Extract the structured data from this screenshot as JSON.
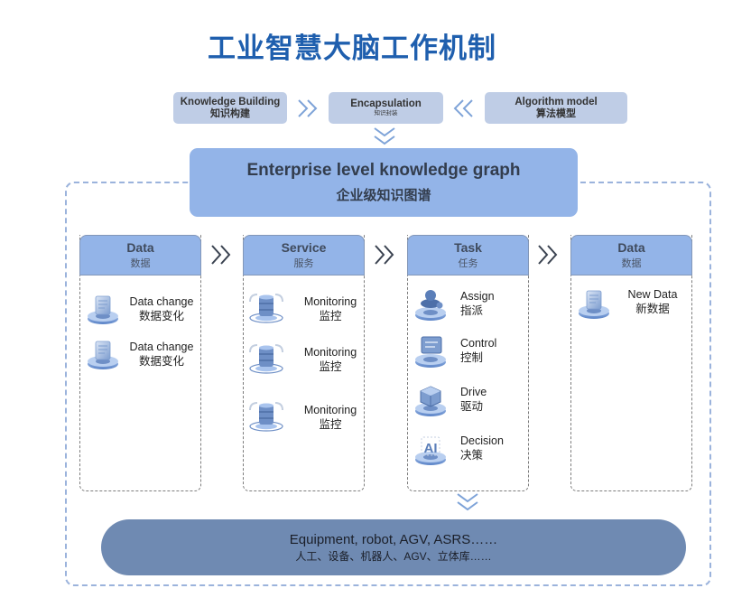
{
  "title": "工业智慧大脑工作机制",
  "top_row": {
    "knowledge_building": {
      "en": "Knowledge Building",
      "zh": "知识构建"
    },
    "encapsulation": {
      "en": "Encapsulation",
      "zh": "知识封装"
    },
    "algorithm_model": {
      "en": "Algorithm model",
      "zh": "算法模型"
    }
  },
  "knowledge_graph": {
    "en": "Enterprise level knowledge graph",
    "zh": "企业级知识图谱"
  },
  "columns": [
    {
      "header": {
        "en": "Data",
        "zh": "数据"
      },
      "items": [
        {
          "en": "Data change",
          "zh": "数据变化",
          "icon": "document-platform-icon"
        },
        {
          "en": "Data change",
          "zh": "数据变化",
          "icon": "document-platform-icon"
        }
      ]
    },
    {
      "header": {
        "en": "Service",
        "zh": "服务"
      },
      "items": [
        {
          "en": "Monitoring",
          "zh": "监控",
          "icon": "database-monitor-icon"
        },
        {
          "en": "Monitoring",
          "zh": "监控",
          "icon": "database-monitor-icon"
        },
        {
          "en": "Monitoring",
          "zh": "监控",
          "icon": "database-monitor-icon"
        }
      ]
    },
    {
      "header": {
        "en": "Task",
        "zh": "任务"
      },
      "items": [
        {
          "en": "Assign",
          "zh": "指派",
          "icon": "assign-platform-icon"
        },
        {
          "en": "Control",
          "zh": "控制",
          "icon": "monitor-platform-icon"
        },
        {
          "en": "Drive",
          "zh": "驱动",
          "icon": "cube-platform-icon"
        },
        {
          "en": "Decision",
          "zh": "决策",
          "icon": "ai-platform-icon"
        }
      ]
    },
    {
      "header": {
        "en": "Data",
        "zh": "数据"
      },
      "items": [
        {
          "en": "New Data",
          "zh": "新数据",
          "icon": "document-platform-icon"
        }
      ]
    }
  ],
  "bottom": {
    "en": "Equipment, robot, AGV, ASRS……",
    "zh": "人工、设备、机器人、AGV、立体库……"
  },
  "colors": {
    "title": "#1f5fae",
    "top_box": "#bfcde6",
    "knowledge_graph": "#93b4e8",
    "column_header": "#93b4e8",
    "bottom_pill": "#6f8ab2",
    "frame_dash": "#9bb3dc",
    "chevron_light": "#7ea3d8",
    "chevron_dark": "#3a4250"
  }
}
